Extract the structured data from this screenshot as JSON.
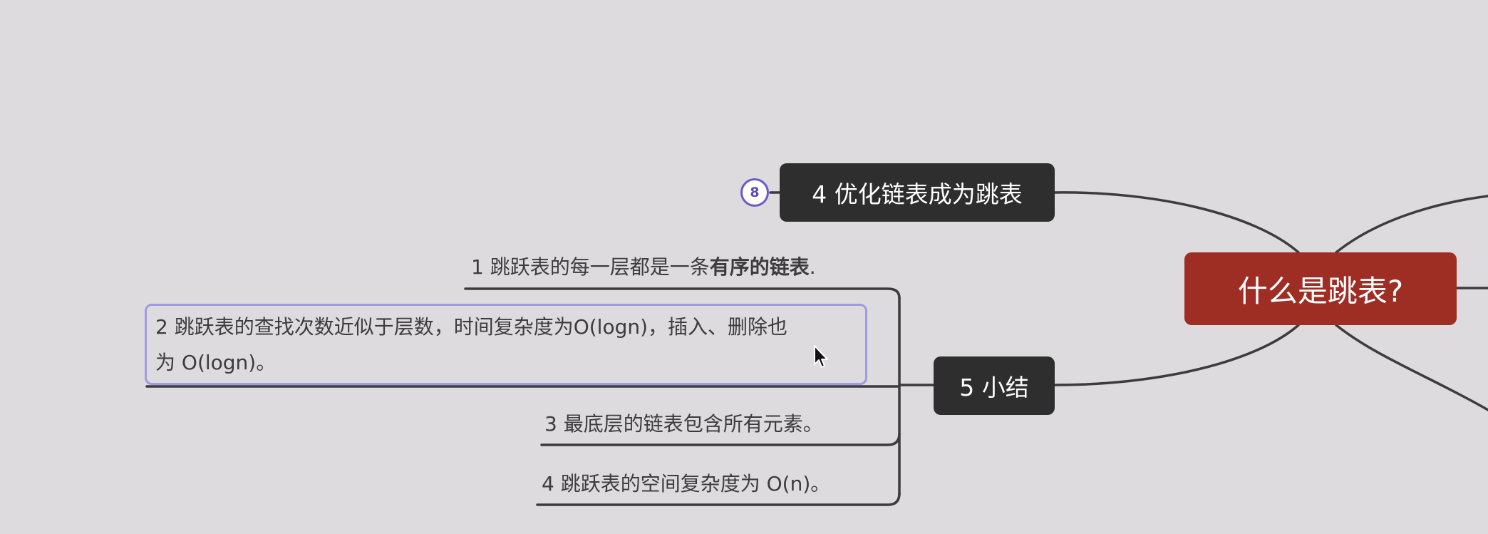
{
  "mindmap": {
    "root": {
      "label": "什么是跳表?"
    },
    "branch_optimize": {
      "label": "4 优化链表成为跳表",
      "collapsed_count": "8"
    },
    "branch_summary": {
      "label": "5 小结",
      "items": [
        {
          "prefix": "1 跳跃表的每一层都是一条",
          "bold": "有序的链表",
          "suffix": "."
        },
        {
          "line1": "2 跳跃表的查找次数近似于层数，时间复杂度为O(logn)，插入、删除也",
          "line2": "为 O(logn)。"
        },
        {
          "text": "3 最底层的链表包含所有元素。"
        },
        {
          "text": "4 跳跃表的空间复杂度为 O(n)。"
        }
      ]
    }
  },
  "colors": {
    "background": "#dedbdf",
    "topic_dark": "#2f2e2f",
    "root": "#9e2e24",
    "selection_border": "#9d9ae6",
    "badge_border": "#6a5cc7",
    "line": "#3d3b3d"
  },
  "icons": {
    "cursor": "mouse-pointer-icon"
  }
}
